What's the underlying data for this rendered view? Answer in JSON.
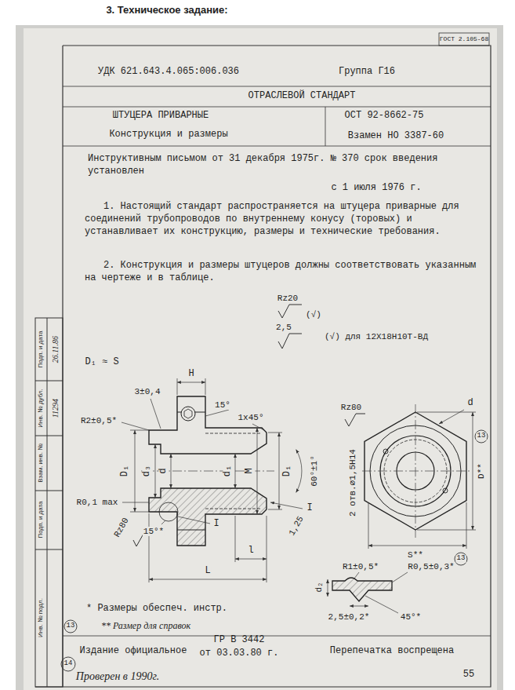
{
  "diagram": {
    "labels": [
      "3. Техническое задание:",
      "ГОСТ 2.105-68",
      "УДК 621.643.4.065:006.036",
      "Группа Г16",
      "ОТРАСЛЕВОЙ СТАНДАРТ",
      "ШТУЦЕРА ПРИВАРНЫЕ",
      "Конструкция и размеры",
      "ОСТ 92-8662-75",
      "Взамен НО 3387-60",
      "Инструктивным письмом от 31 декабря 1975г. № 370 срок введения установлен",
      "с 1 июля 1976 г.",
      "1. Настоящий стандарт распространяется на штуцера приварные для соединений трубопроводов по внутреннему конусу (торовых) и устанавливает их конструкцию, размеры и технические требования.",
      "2. Конструкция и размеры штуцеров должны соответствовать указанным на чертеже и в таблице.",
      "Rz20",
      "(√)",
      "2,5",
      "(√) для 12Х18Н10Т-ВД",
      "D₁ ≈ S",
      "H",
      "3±0,4",
      "R2±0,5*",
      "15°",
      "1x45°",
      "D₁",
      "d₃",
      "d",
      "d₁",
      "M",
      "D₁",
      "60°±1°",
      "1,25",
      "I",
      "R0,1 max",
      "Rz80",
      "15°*",
      "I",
      "l",
      "L",
      "Rz80",
      "d",
      "D**",
      "13",
      "2 отв.⌀1,5Н14",
      "S**",
      "13",
      "d₂",
      "R1±0,5*",
      "R0,5±0,3*",
      "2,5±0,2*",
      "45°*",
      "* Размеры обеспеч. инстр.",
      "13",
      "** Размер для справок",
      "Издание официальное",
      "ГР В 3442",
      "от 03.03.80 г.",
      "Перепечатка воспрещена",
      "14",
      "Проверен в 1990г.",
      "55",
      "Подп. и дата",
      "26.11.86",
      "Инв. № дубл.",
      "11294",
      "Взам. инв. №",
      "Подп. и дата",
      "Инв. № подл."
    ]
  }
}
